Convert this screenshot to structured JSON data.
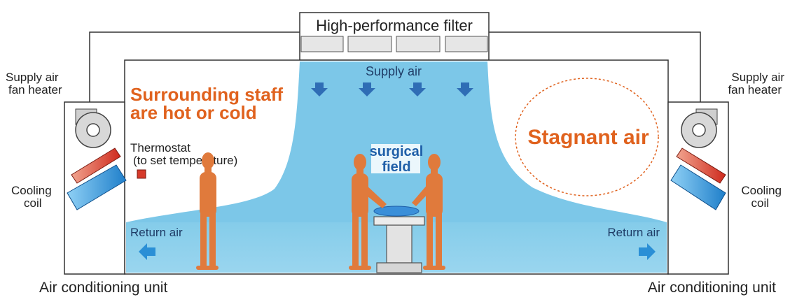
{
  "filter": {
    "label": "High-performance filter"
  },
  "supply_air": {
    "label": "Supply air"
  },
  "return_air": {
    "left_label": "Return air",
    "right_label": "Return air"
  },
  "surrounding_staff": {
    "line1": "Surrounding staff",
    "line2": "are hot or cold"
  },
  "stagnant_air": {
    "label": "Stagnant air"
  },
  "thermostat": {
    "line1": "Thermostat",
    "line2": "(to set temperature)"
  },
  "surgical_field": {
    "line1": "surgical",
    "line2": "field"
  },
  "left_unit": {
    "fan_line1": "Supply air",
    "fan_line2": "fan heater",
    "coil_line1": "Cooling",
    "coil_line2": "coil",
    "unit_label": "Air conditioning unit"
  },
  "right_unit": {
    "fan_line1": "Supply air",
    "fan_line2": "fan heater",
    "coil_line1": "Cooling",
    "coil_line2": "coil",
    "unit_label": "Air conditioning unit"
  },
  "colors": {
    "airflow": "#7cc7e8",
    "airflow_light": "#a9dcf2",
    "arrow": "#2f6db5",
    "warning_text": "#e0621e",
    "figure": "#e07a3c",
    "field_text": "#1f5fa8",
    "heater": "#d63a2a",
    "coil": "#2a8fd6"
  }
}
